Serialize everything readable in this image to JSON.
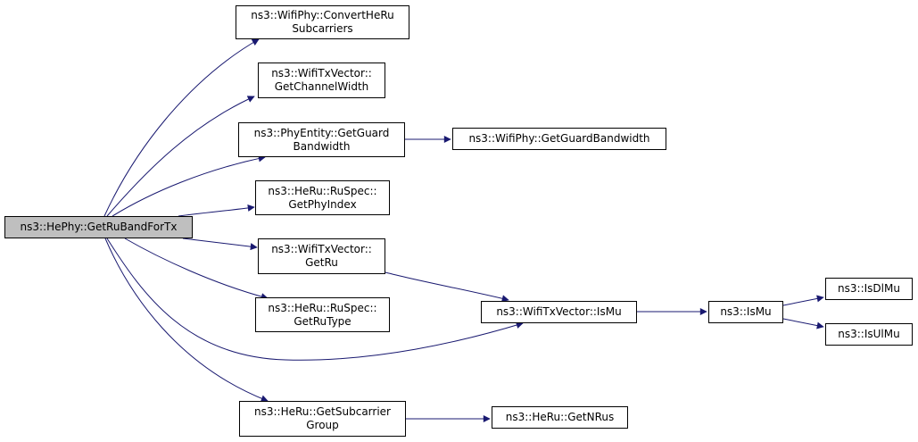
{
  "diagram": {
    "nodes": [
      {
        "id": "root",
        "lines": [
          "ns3::HePhy::GetRuBandForTx"
        ],
        "root": true
      },
      {
        "id": "convert",
        "lines": [
          "ns3::WifiPhy::ConvertHeRu",
          "Subcarriers"
        ]
      },
      {
        "id": "chanwidth",
        "lines": [
          "ns3::WifiTxVector::",
          "GetChannelWidth"
        ]
      },
      {
        "id": "guardbw",
        "lines": [
          "ns3::PhyEntity::GetGuard",
          "Bandwidth"
        ]
      },
      {
        "id": "wifiguard",
        "lines": [
          "ns3::WifiPhy::GetGuardBandwidth"
        ]
      },
      {
        "id": "phyindex",
        "lines": [
          "ns3::HeRu::RuSpec::",
          "GetPhyIndex"
        ]
      },
      {
        "id": "getru",
        "lines": [
          "ns3::WifiTxVector::",
          "GetRu"
        ]
      },
      {
        "id": "rutype",
        "lines": [
          "ns3::HeRu::RuSpec::",
          "GetRuType"
        ]
      },
      {
        "id": "ismu",
        "lines": [
          "ns3::WifiTxVector::IsMu"
        ]
      },
      {
        "id": "ns3ismu",
        "lines": [
          "ns3::IsMu"
        ]
      },
      {
        "id": "isdlmu",
        "lines": [
          "ns3::IsDlMu"
        ]
      },
      {
        "id": "isulmu",
        "lines": [
          "ns3::IsUlMu"
        ]
      },
      {
        "id": "subgroup",
        "lines": [
          "ns3::HeRu::GetSubcarrier",
          "Group"
        ]
      },
      {
        "id": "getnrus",
        "lines": [
          "ns3::HeRu::GetNRus"
        ]
      }
    ],
    "edges": [
      {
        "from": "root",
        "to": "convert"
      },
      {
        "from": "root",
        "to": "chanwidth"
      },
      {
        "from": "root",
        "to": "guardbw"
      },
      {
        "from": "root",
        "to": "phyindex"
      },
      {
        "from": "root",
        "to": "getru"
      },
      {
        "from": "root",
        "to": "rutype"
      },
      {
        "from": "root",
        "to": "ismu"
      },
      {
        "from": "root",
        "to": "subgroup"
      },
      {
        "from": "guardbw",
        "to": "wifiguard"
      },
      {
        "from": "getru",
        "to": "ismu"
      },
      {
        "from": "ismu",
        "to": "ns3ismu"
      },
      {
        "from": "ns3ismu",
        "to": "isdlmu"
      },
      {
        "from": "ns3ismu",
        "to": "isulmu"
      },
      {
        "from": "subgroup",
        "to": "getnrus"
      }
    ],
    "colors": {
      "edge": "#191970",
      "root_fill": "#bfbfbf",
      "node_fill": "#ffffff",
      "border": "#000000"
    }
  }
}
